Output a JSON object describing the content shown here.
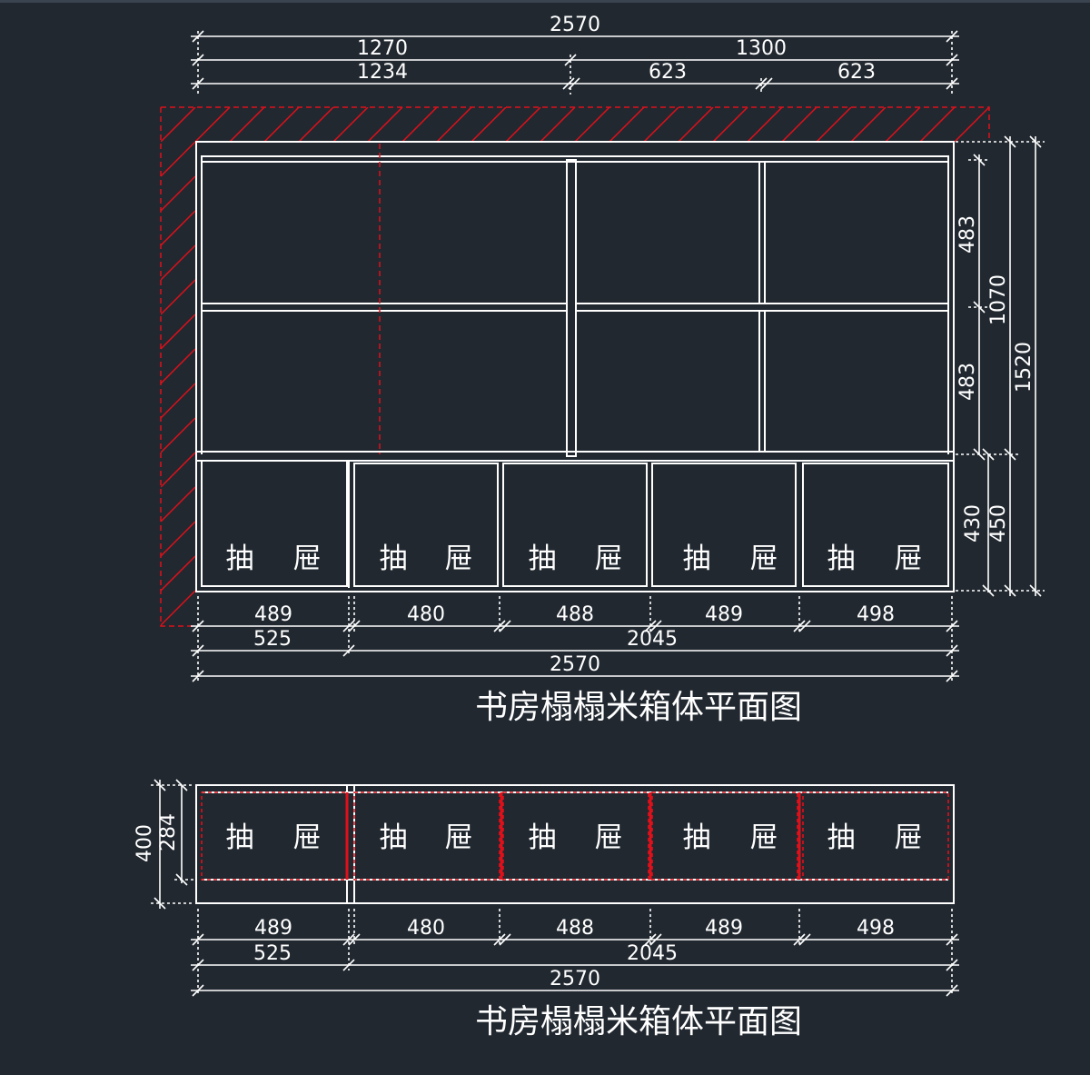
{
  "colors": {
    "background": "#212830",
    "line": "#ffffff",
    "wall": "#e0101a"
  },
  "plan": {
    "top_dims": {
      "overall": "2570",
      "left_half": "1270",
      "right_half": "1300",
      "left_inner": "1234",
      "right_a": "623",
      "right_b": "623"
    },
    "right_dims": {
      "upper_a": "483",
      "upper_b": "483",
      "upper_total": "1070",
      "drawer_h": "430",
      "base_h": "450",
      "total_h": "1520"
    },
    "bottom_dims": {
      "d1": "489",
      "d2": "480",
      "d3": "488",
      "d4": "489",
      "d5": "498",
      "left": "525",
      "right": "2045",
      "overall": "2570"
    },
    "drawer_label": [
      "抽",
      "屉"
    ],
    "title": "书房榻榻米箱体平面图"
  },
  "section": {
    "left_dims": {
      "outer": "400",
      "inner": "284"
    },
    "bottom_dims": {
      "d1": "489",
      "d2": "480",
      "d3": "488",
      "d4": "489",
      "d5": "498",
      "left": "525",
      "right": "2045",
      "overall": "2570"
    },
    "drawer_label": [
      "抽",
      "屉"
    ],
    "title": "书房榻榻米箱体平面图"
  }
}
